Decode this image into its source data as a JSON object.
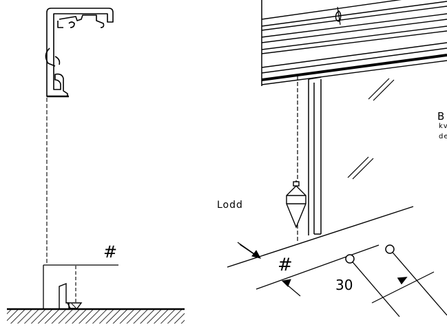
{
  "labels": {
    "plumb": "Lodd",
    "gap_left": "#",
    "gap_right": "#",
    "distance": "30",
    "note_head": "B",
    "note_line1": "kv",
    "note_line2": "de"
  }
}
